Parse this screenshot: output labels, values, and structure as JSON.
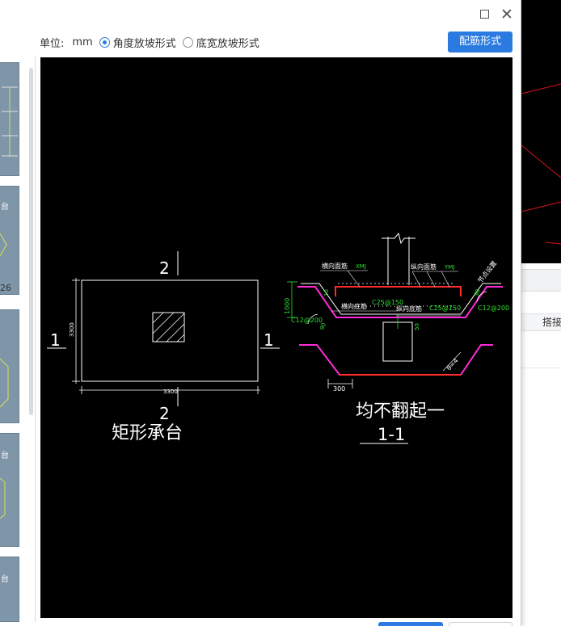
{
  "toolbar": {
    "unit_label": "单位:",
    "unit_value": "mm",
    "options": [
      {
        "label": "角度放坡形式",
        "checked": true
      },
      {
        "label": "底宽放坡形式",
        "checked": false
      }
    ],
    "config_button": "配筋形式"
  },
  "thumbnails": {
    "label_26": "26"
  },
  "drawing": {
    "plan": {
      "section_top": "2",
      "section_bottom": "2",
      "section_left": "1",
      "section_right": "1",
      "dim_width": "3300",
      "dim_height": "3300",
      "title": "矩形承台"
    },
    "section": {
      "top_bar_label": "横向面筋",
      "top_bar_code": "XMJ",
      "long_top_label": "纵向面筋",
      "long_top_code": "YMJ",
      "side_note": "节点设置",
      "bottom_bar_label": "横向底筋",
      "bottom_bar_spec": "C25@150",
      "long_bottom_label": "纵向底筋",
      "long_bottom_spec": "C25@150",
      "side_left_spec": "C12@200",
      "side_right_spec": "C12@200",
      "depth": "1000",
      "embed": "50",
      "cover": "10",
      "angle_left": "90",
      "angle_right": "90",
      "bottom_width": "300",
      "slope_label": "θ=4",
      "title_line1": "均不翻起一",
      "title_line2": "1-1"
    }
  },
  "background": {
    "column_header": "搭接"
  },
  "colors": {
    "accent": "#2a7ae2",
    "canvas": "#000000",
    "cad_green": "#2fe02f",
    "cad_magenta": "#ff2bd6",
    "cad_red": "#ff2a2a",
    "bg_red_line": "#d8141e"
  }
}
